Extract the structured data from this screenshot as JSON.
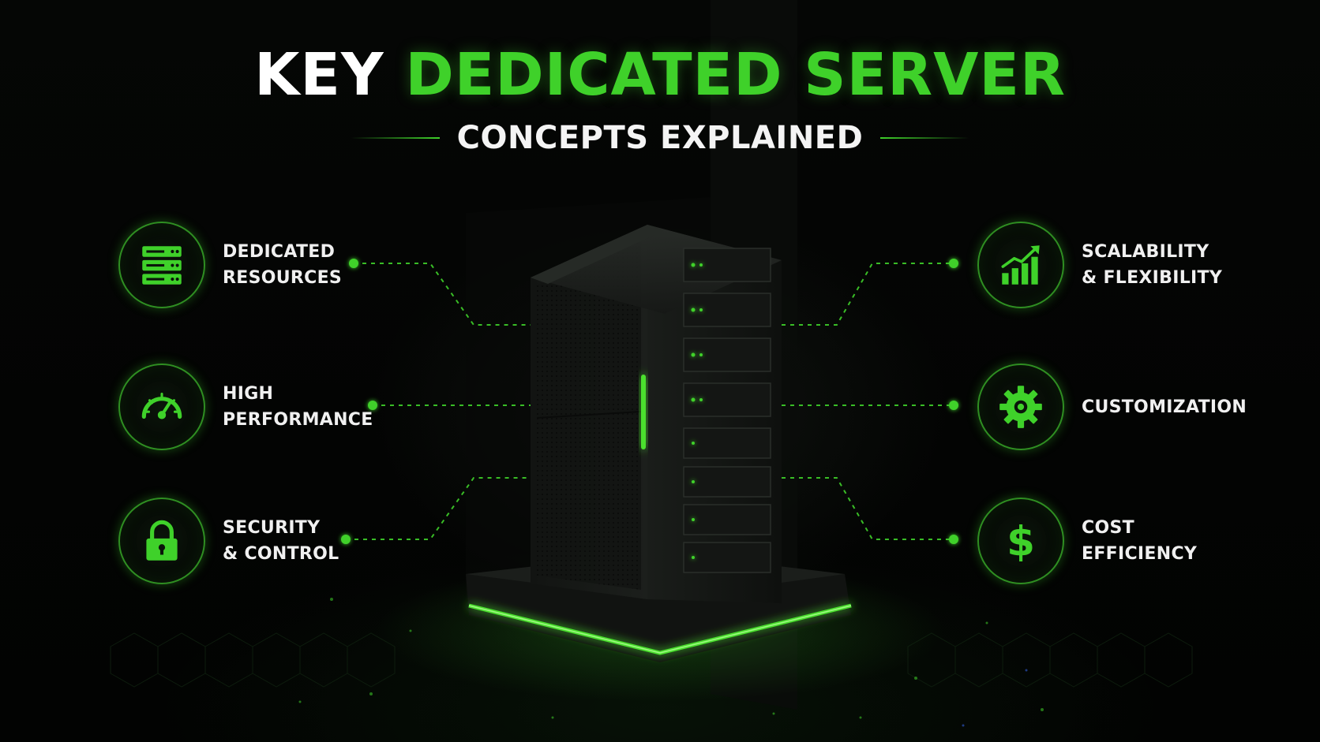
{
  "title": {
    "part1": "KEY",
    "part2": "DEDICATED SERVER",
    "subtitle": "CONCEPTS EXPLAINED"
  },
  "colors": {
    "accent": "#3fd12a",
    "background": "#030403",
    "text": "#f2f2f2"
  },
  "concepts_left": [
    {
      "line1": "DEDICATED",
      "line2": "RESOURCES",
      "icon": "server-stack-icon"
    },
    {
      "line1": "HIGH",
      "line2": "PERFORMANCE",
      "icon": "speedometer-icon"
    },
    {
      "line1": "SECURITY",
      "line2": "& CONTROL",
      "icon": "padlock-icon"
    }
  ],
  "concepts_right": [
    {
      "line1": "SCALABILITY",
      "line2": "& FLEXIBILITY",
      "icon": "growth-chart-icon"
    },
    {
      "line1": "CUSTOMIZATION",
      "line2": "",
      "icon": "gear-icon"
    },
    {
      "line1": "COST",
      "line2": "EFFICIENCY",
      "icon": "dollar-icon"
    }
  ]
}
